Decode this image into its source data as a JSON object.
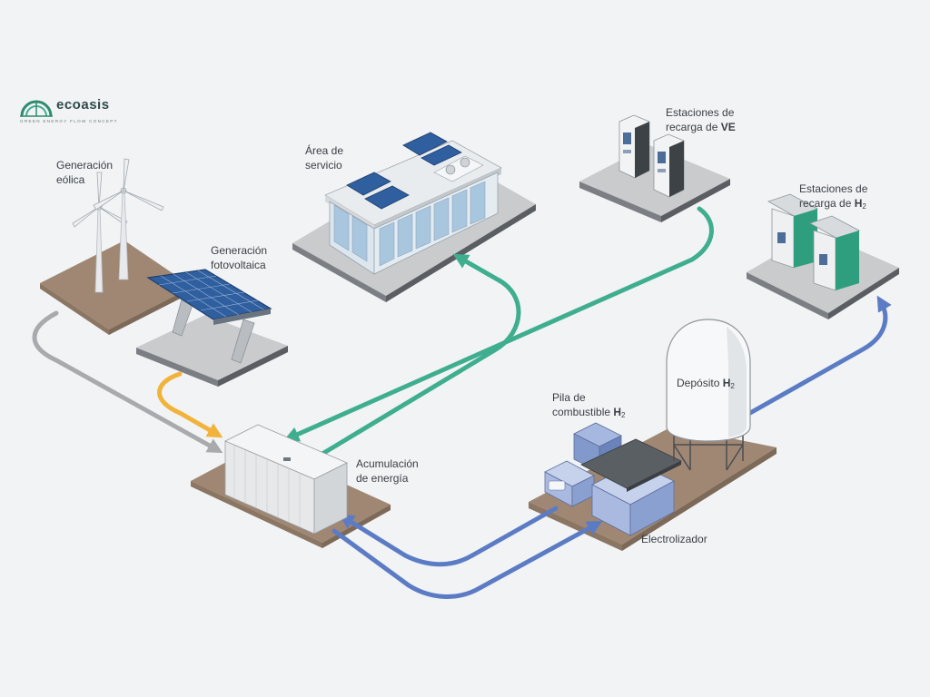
{
  "logo": {
    "brand": "ecoasis",
    "tagline": "GREEN ENERGY FLOW CONCEPT"
  },
  "labels": {
    "wind": [
      "Generación",
      "eólica"
    ],
    "solar": [
      "Generación",
      "fotovoltaica"
    ],
    "service": [
      "Área de",
      "servicio"
    ],
    "ev": [
      "Estaciones de",
      "recarga de ",
      "VE"
    ],
    "h2_stations": [
      "Estaciones de",
      "recarga de ",
      "H",
      "2"
    ],
    "storage": [
      "Acumulación",
      "de energía"
    ],
    "fuel_cell": [
      "Pila de",
      "combustible ",
      "H",
      "2"
    ],
    "h2_tank": [
      "Depósito ",
      "H",
      "2"
    ],
    "electrolyzer": "Electrolizador"
  },
  "colors": {
    "background": "#f1f3f5",
    "wind_flow": "#a8aaad",
    "solar_flow": "#f2b33a",
    "electric_flow": "#3fae8f",
    "hydrogen_flow": "#5b7cc4",
    "ground_brown": "#9f8773",
    "ground_gray": "#c9cbcd",
    "h2_green": "#2e9e7f",
    "brand_green": "#2f8a70"
  },
  "icons": {
    "logo": "arc-logo-icon",
    "wind": "wind-turbine-icon",
    "solar": "solar-panel-icon",
    "building": "service-building-icon",
    "ev_charger": "ev-charger-icon",
    "h2_dispenser": "hydrogen-dispenser-icon",
    "battery": "battery-container-icon",
    "fuel_cell": "fuel-cell-icon",
    "tank": "hydrogen-tank-icon",
    "electrolyzer": "electrolyzer-icon"
  }
}
